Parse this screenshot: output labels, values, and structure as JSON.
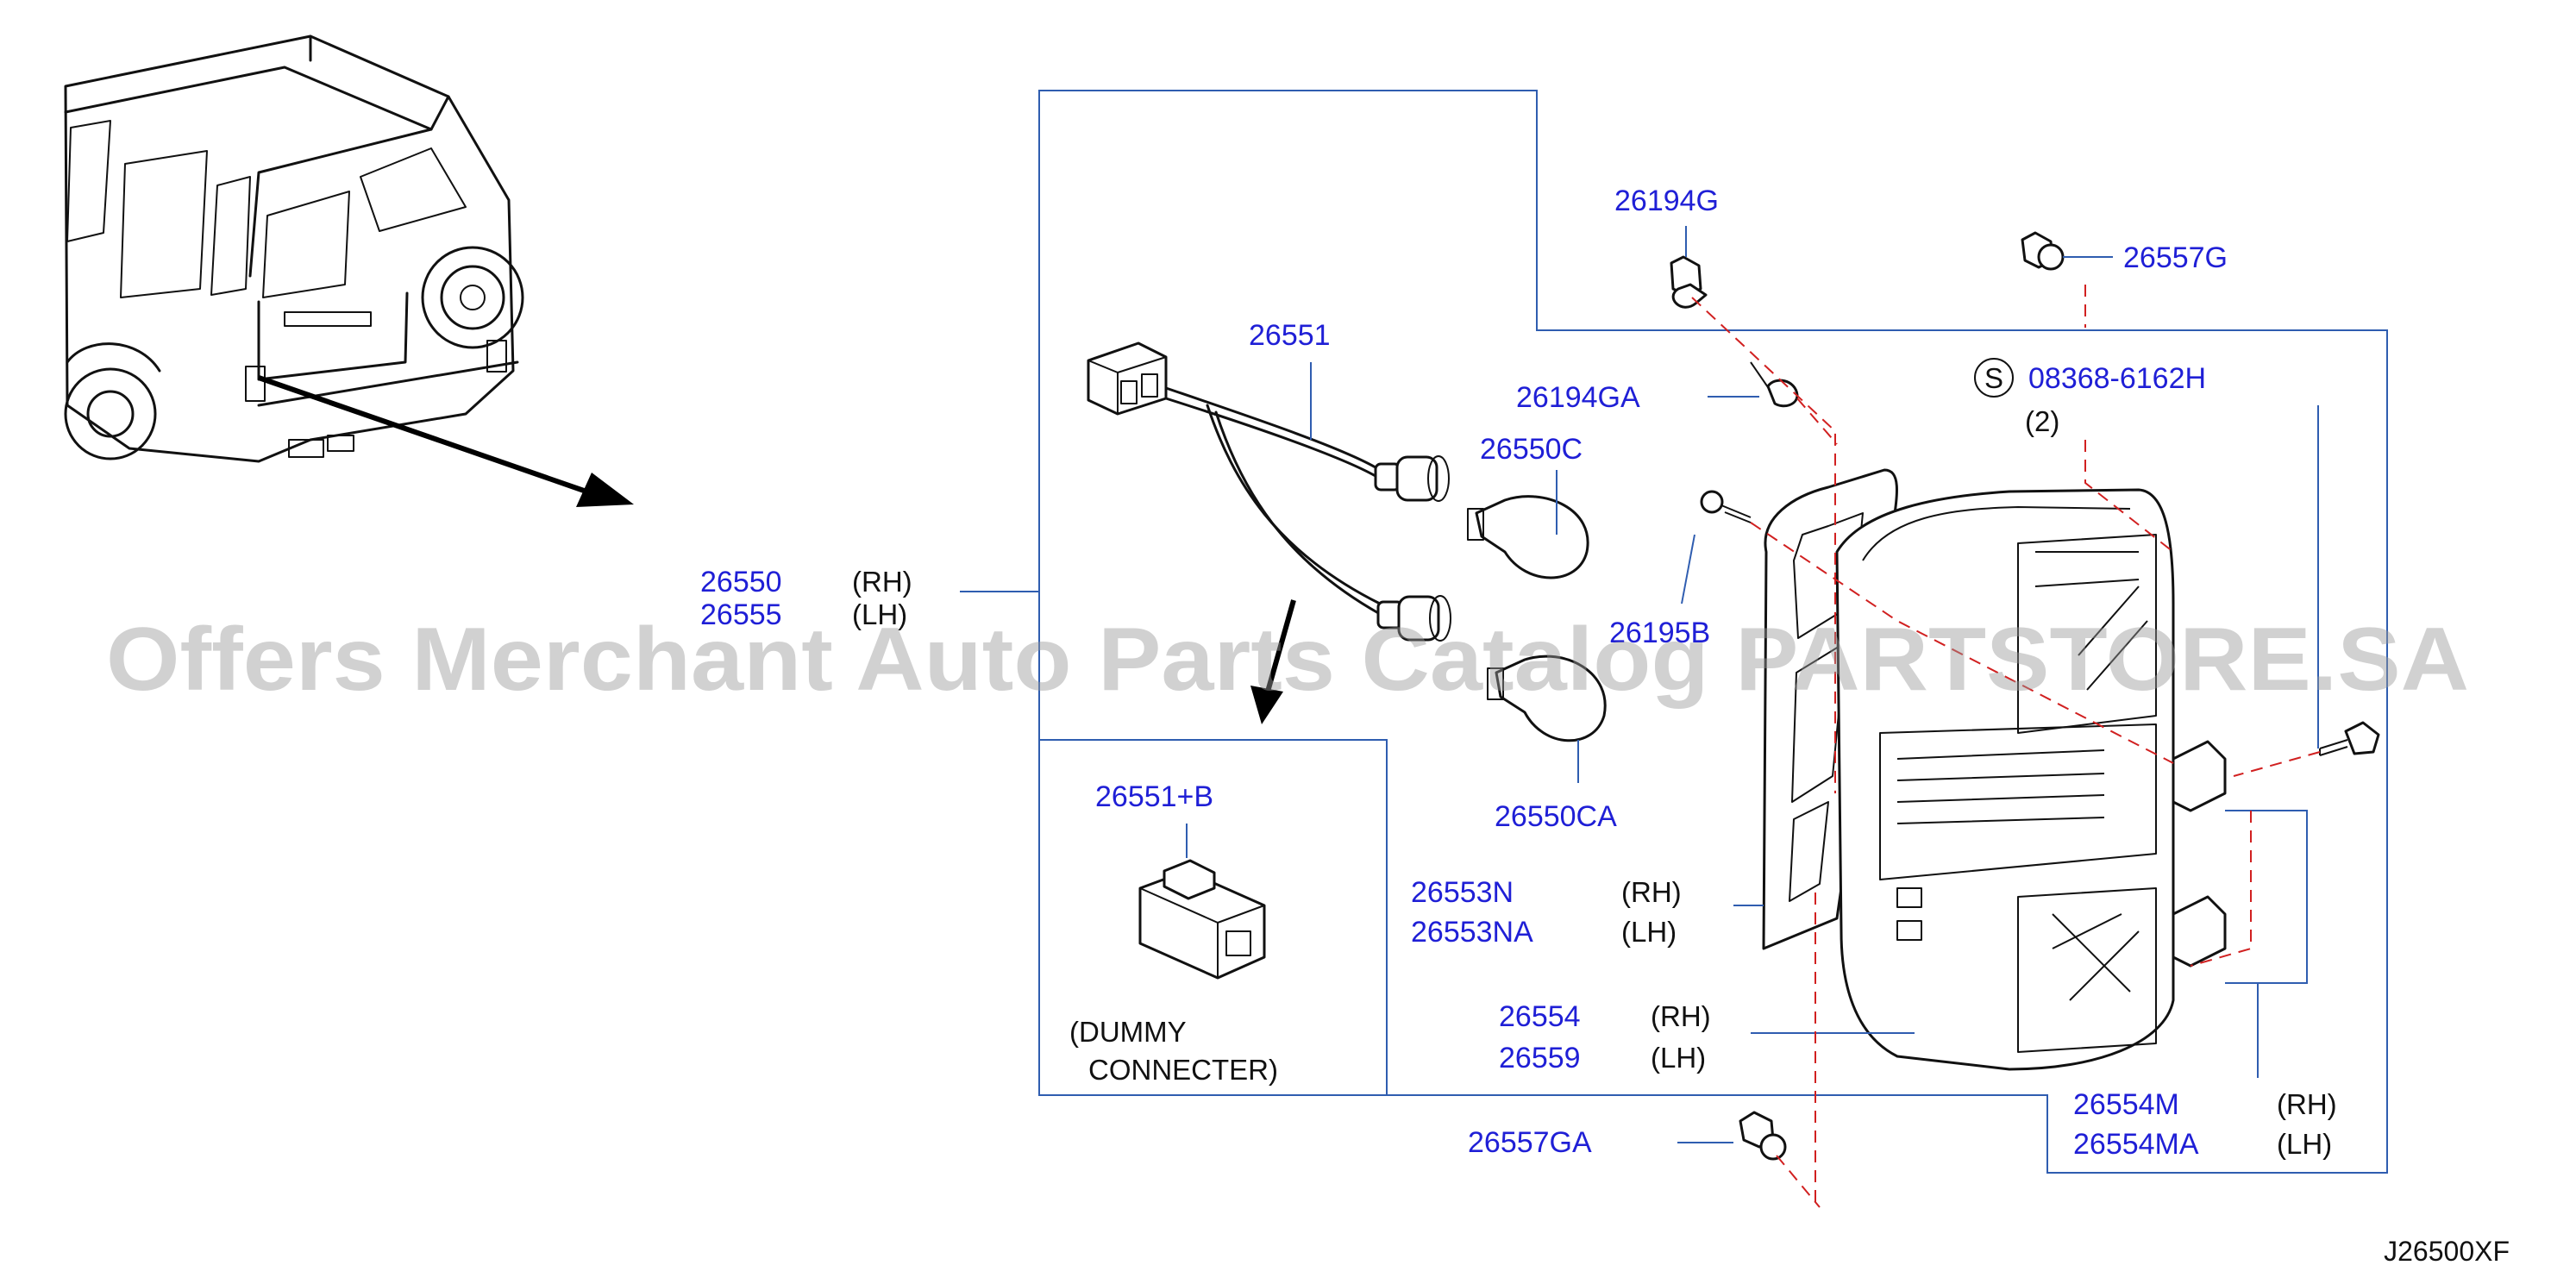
{
  "diagram": {
    "watermark": "Offers Merchant Auto Parts Catalog PARTSTORE.SA",
    "figure_code": "J26500XF",
    "parts": {
      "p26550": "26550",
      "p26555": "26555",
      "p26551": "26551",
      "p26550C": "26550C",
      "p26195B": "26195B",
      "p26550CA": "26550CA",
      "p26551B": "26551+B",
      "dummy_line1": "(DUMMY",
      "dummy_line2": "CONNECTER)",
      "p26194G": "26194G",
      "p26194GA": "26194GA",
      "p26557G": "26557G",
      "screw_symbol": "S",
      "screw_part": "08368-6162H",
      "screw_qty": "(2)",
      "p26553N": "26553N",
      "p26553NA": "26553NA",
      "p26554": "26554",
      "p26559": "26559",
      "p26554M": "26554M",
      "p26554MA": "26554MA",
      "p26557GA": "26557GA"
    },
    "side_labels": {
      "rh": "(RH)",
      "lh": "(LH)"
    }
  }
}
